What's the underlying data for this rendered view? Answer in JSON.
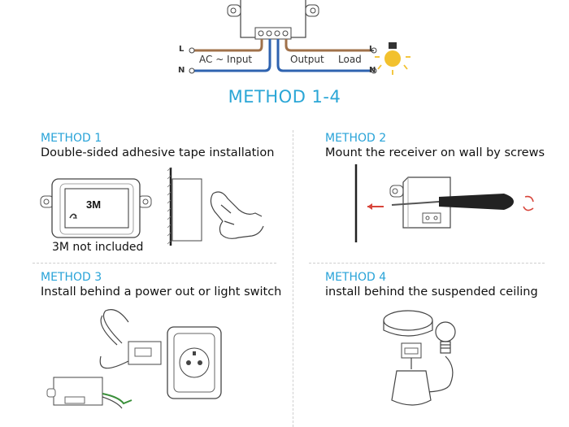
{
  "wiring": {
    "live_label_left": "L",
    "neutral_label_left": "N",
    "live_label_right": "L",
    "neutral_label_right": "N",
    "input_label": "AC ~ Input",
    "output_label": "Output",
    "load_label": "Load"
  },
  "heading": "METHOD 1-4",
  "methods": [
    {
      "title": "METHOD 1",
      "desc": "Double-sided adhesive tape installation",
      "tape_label": "3M",
      "note": "3M not included"
    },
    {
      "title": "METHOD 2",
      "desc": "Mount the receiver on wall by screws"
    },
    {
      "title": "METHOD 3",
      "desc": "Install behind a power out or light switch"
    },
    {
      "title": "METHOD 4",
      "desc": "install behind the suspended ceiling"
    }
  ],
  "colors": {
    "accent": "#2aa6d6",
    "live_wire": "#a0714a",
    "neutral_wire": "#2f63b0",
    "bulb": "#f2c12e",
    "line": "#444444"
  }
}
